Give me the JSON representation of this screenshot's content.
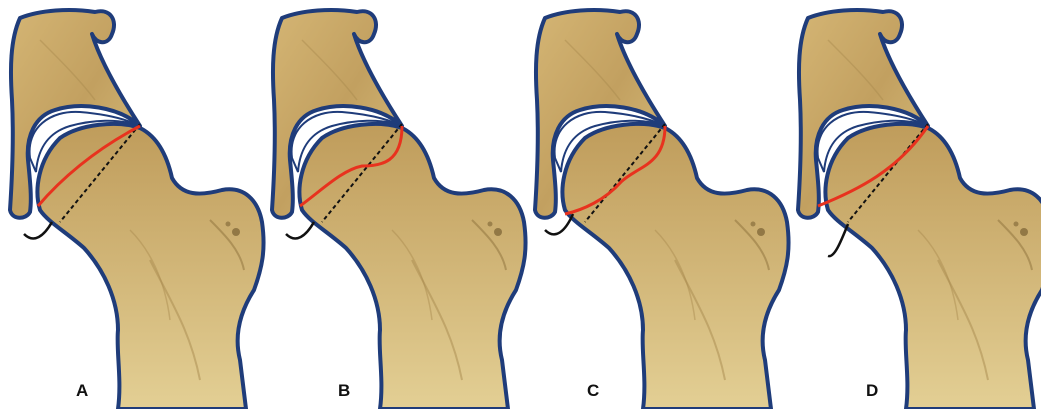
{
  "colors": {
    "bone_fill": "#C9A766",
    "bone_shade": "#A88A4E",
    "bone_light": "#E0C98F",
    "outline": "#1F3C7A",
    "cut_line": "#E8321E",
    "dashed_line": "#111111",
    "capsule_curve": "#111111",
    "cartilage_gap": "#FFFFFF"
  },
  "panels": [
    {
      "label": "A",
      "cut_curve": "anterior-shallow"
    },
    {
      "label": "B",
      "cut_curve": "s-curve-upper"
    },
    {
      "label": "C",
      "cut_curve": "s-curve-lower"
    },
    {
      "label": "D",
      "cut_curve": "straight-lateral"
    }
  ]
}
